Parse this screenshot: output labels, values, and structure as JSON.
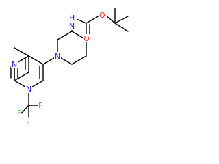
{
  "molecule": {
    "labels": {
      "pyrimidine_n3": "N",
      "pyrimidine_n1": "N",
      "piperidine_n": "N",
      "amide_nh": "H",
      "amide_n": "N",
      "carbonyl_o": "O",
      "ester_o": "O",
      "fluorine_1": "F",
      "fluorine_2": "F",
      "fluorine_3": "F"
    },
    "colors": {
      "bond": "#000000",
      "nitrogen": "#1a1aff",
      "oxygen": "#ff2a2a",
      "fluorine": "#33cc33"
    }
  }
}
